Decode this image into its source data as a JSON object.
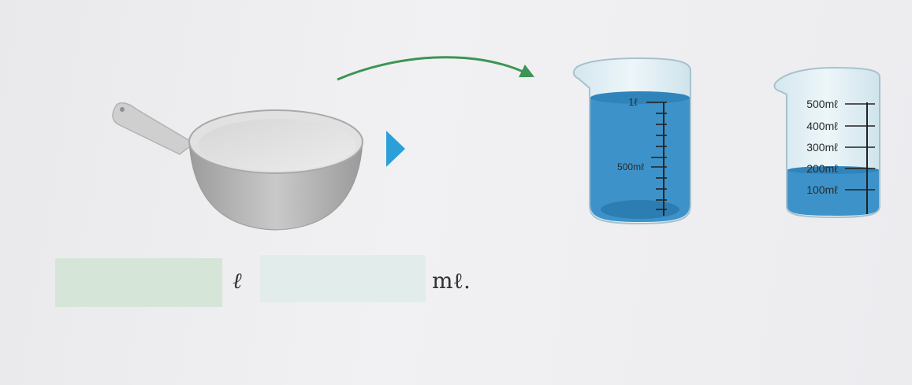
{
  "answer_units": {
    "liters": "ℓ",
    "milliliters": "mℓ."
  },
  "large_beaker": {
    "top_label": "1ℓ",
    "mid_label": "500mℓ",
    "fill_level": 1.0
  },
  "small_beaker": {
    "labels": [
      "500mℓ",
      "400mℓ",
      "300mℓ",
      "200mℓ",
      "100mℓ"
    ],
    "fill_level_ml": 200
  },
  "colors": {
    "arrow": "#3c9455",
    "triangle": "#2a9fd8",
    "water": "#3d93c9"
  }
}
